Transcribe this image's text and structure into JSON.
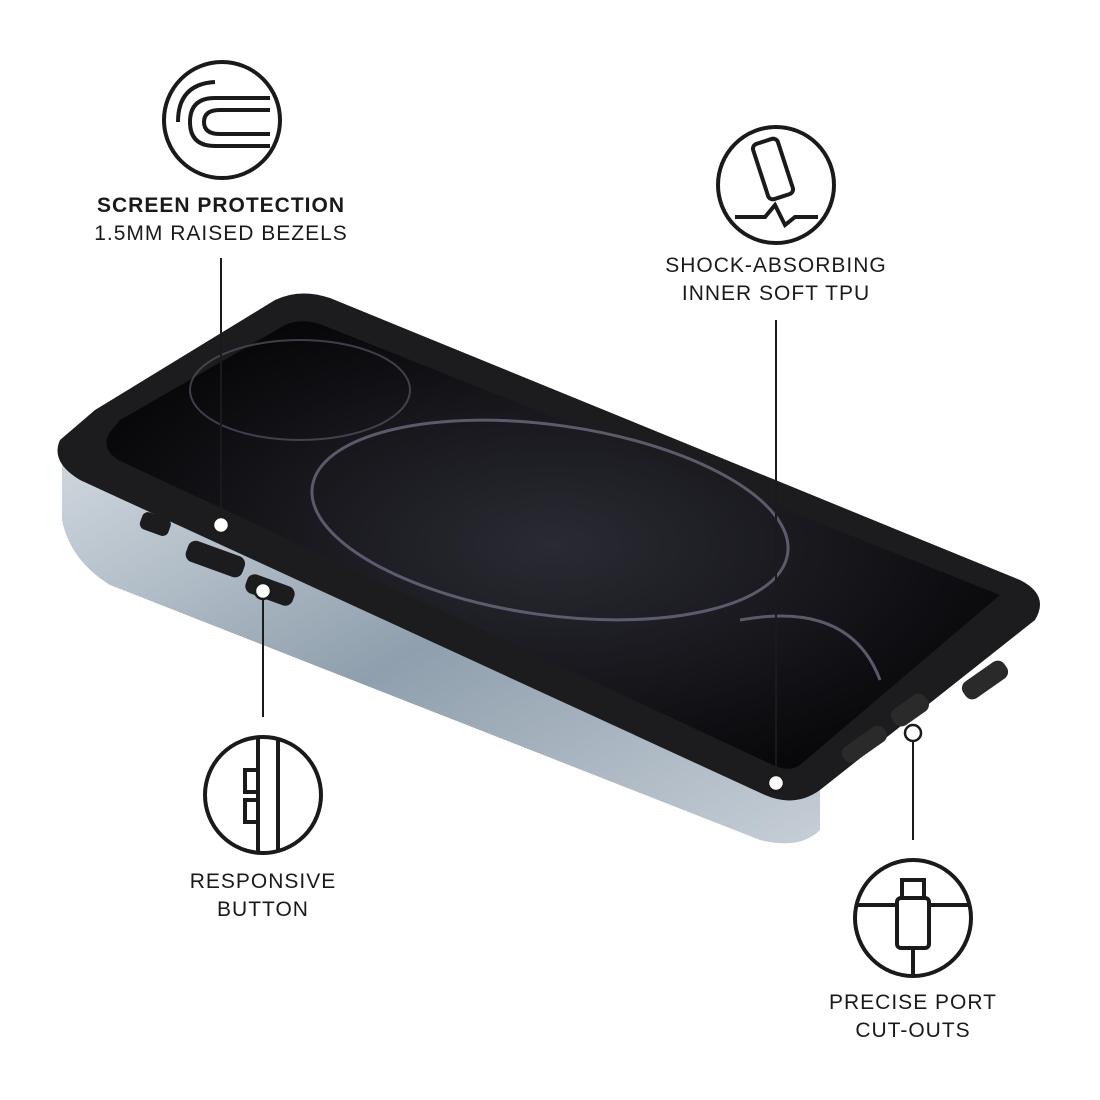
{
  "features": [
    {
      "title": "SCREEN PROTECTION",
      "subtitle": "1.5MM RAISED BEZELS",
      "icon": "bezel-icon"
    },
    {
      "title": "SHOCK-ABSORBING",
      "subtitle": "INNER SOFT TPU",
      "icon": "drop-phone-icon"
    },
    {
      "title": "RESPONSIVE",
      "subtitle": "BUTTON",
      "icon": "side-button-icon"
    },
    {
      "title": "PRECISE PORT",
      "subtitle": "CUT-OUTS",
      "icon": "lightning-port-icon"
    }
  ],
  "colors": {
    "ink": "#1a1a1a",
    "case": "#1c1c1e",
    "marble": "#b7c2cc"
  }
}
